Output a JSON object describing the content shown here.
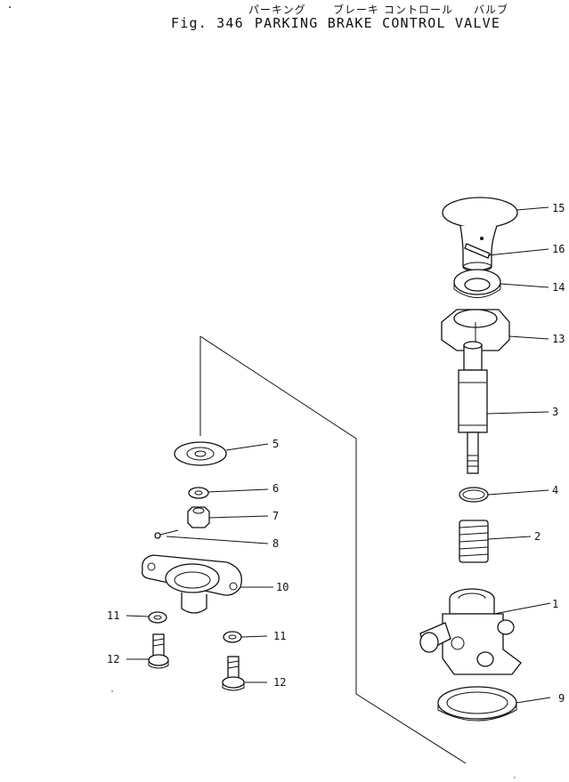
{
  "header": {
    "jp_words": [
      "パーキング",
      "ブレーキ",
      "コントロール",
      "バルブ"
    ],
    "fig_label": "Fig. 346",
    "title": "PARKING BRAKE CONTROL VALVE"
  },
  "callouts": [
    "1",
    "2",
    "3",
    "4",
    "5",
    "6",
    "7",
    "8",
    "9",
    "10",
    "11",
    "11",
    "12",
    "12",
    "13",
    "14",
    "15",
    "16"
  ]
}
